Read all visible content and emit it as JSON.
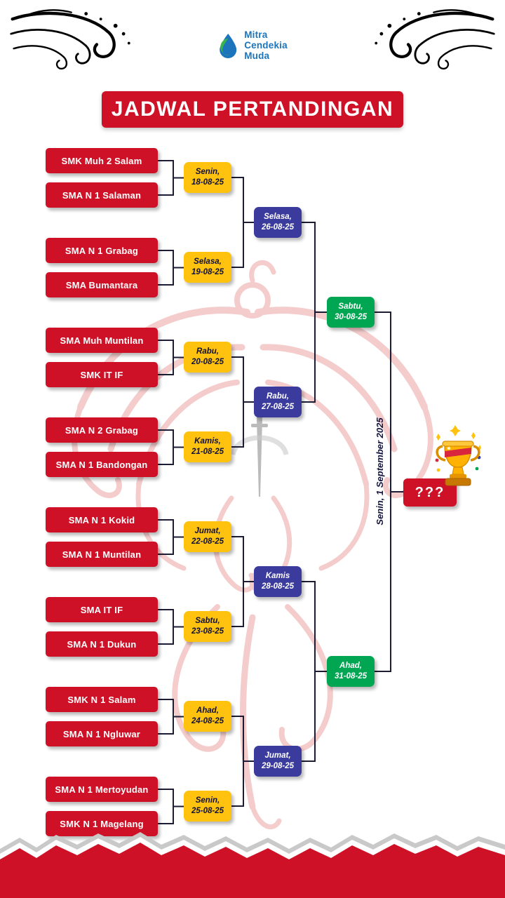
{
  "page": {
    "title": "JADWAL PERTANDINGAN"
  },
  "logo": {
    "line1": "Mitra",
    "line2": "Cendekia",
    "line3": "Muda"
  },
  "colors": {
    "red": "#CE1126",
    "yellow": "#FFC20E",
    "blue": "#3B3B9D",
    "green": "#00A651",
    "logo-blue": "#1C75BC",
    "logo-green": "#3AB54A"
  },
  "bracket": {
    "round1_matches": [
      {
        "team1": "SMK Muh 2 Salam",
        "team2": "SMA N 1 Salaman",
        "date_line1": "Senin,",
        "date_line2": "18-08-25"
      },
      {
        "team1": "SMA N 1 Grabag",
        "team2": "SMA Bumantara",
        "date_line1": "Selasa,",
        "date_line2": "19-08-25"
      },
      {
        "team1": "SMA Muh Muntilan",
        "team2": "SMK IT IF",
        "date_line1": "Rabu,",
        "date_line2": "20-08-25"
      },
      {
        "team1": "SMA N 2 Grabag",
        "team2": "SMA N 1 Bandongan",
        "date_line1": "Kamis,",
        "date_line2": "21-08-25"
      },
      {
        "team1": "SMA N 1 Kokid",
        "team2": "SMA N 1 Muntilan",
        "date_line1": "Jumat,",
        "date_line2": "22-08-25"
      },
      {
        "team1": "SMA IT IF",
        "team2": "SMA N 1 Dukun",
        "date_line1": "Sabtu,",
        "date_line2": "23-08-25"
      },
      {
        "team1": "SMK N 1 Salam",
        "team2": "SMA N 1 Ngluwar",
        "date_line1": "Ahad,",
        "date_line2": "24-08-25"
      },
      {
        "team1": "SMA N 1 Mertoyudan",
        "team2": "SMK N 1 Magelang",
        "date_line1": "Senin,",
        "date_line2": "25-08-25"
      }
    ],
    "round2": [
      {
        "line1": "Selasa,",
        "line2": "26-08-25"
      },
      {
        "line1": "Rabu,",
        "line2": "27-08-25"
      },
      {
        "line1": "Kamis",
        "line2": "28-08-25"
      },
      {
        "line1": "Jumat,",
        "line2": "29-08-25"
      }
    ],
    "round3": [
      {
        "line1": "Sabtu,",
        "line2": "30-08-25"
      },
      {
        "line1": "Ahad,",
        "line2": "31-08-25"
      }
    ],
    "final": {
      "date": "Senin, 1 September 2025",
      "winner_placeholder": "???"
    }
  }
}
